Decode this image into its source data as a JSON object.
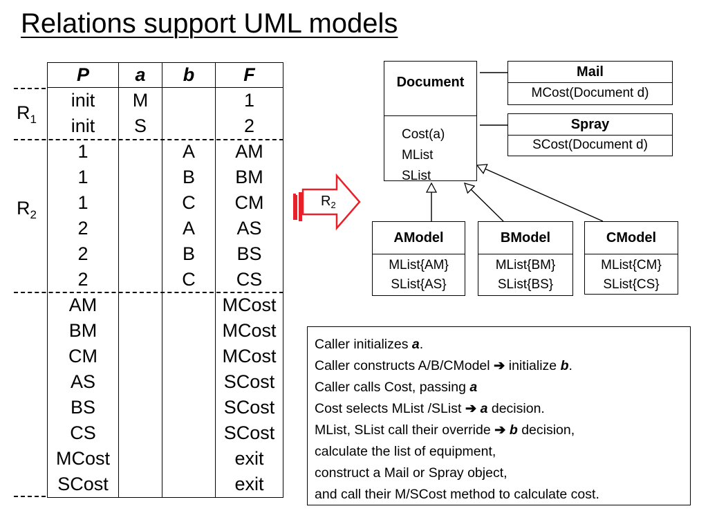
{
  "title": "Relations support UML models",
  "table": {
    "headers": [
      "P",
      "a",
      "b",
      "F"
    ],
    "rows": [
      [
        "init",
        "M",
        "",
        "1"
      ],
      [
        "init",
        "S",
        "",
        "2"
      ],
      [
        "1",
        "",
        "A",
        "AM"
      ],
      [
        "1",
        "",
        "B",
        "BM"
      ],
      [
        "1",
        "",
        "C",
        "CM"
      ],
      [
        "2",
        "",
        "A",
        "AS"
      ],
      [
        "2",
        "",
        "B",
        "BS"
      ],
      [
        "2",
        "",
        "C",
        "CS"
      ],
      [
        "AM",
        "",
        "",
        "MCost"
      ],
      [
        "BM",
        "",
        "",
        "MCost"
      ],
      [
        "CM",
        "",
        "",
        "MCost"
      ],
      [
        "AS",
        "",
        "",
        "SCost"
      ],
      [
        "BS",
        "",
        "",
        "SCost"
      ],
      [
        "CS",
        "",
        "",
        "SCost"
      ],
      [
        "MCost",
        "",
        "",
        "exit"
      ],
      [
        "SCost",
        "",
        "",
        "exit"
      ]
    ]
  },
  "relations": {
    "r1": {
      "base": "R",
      "sub": "1"
    },
    "r2": {
      "base": "R",
      "sub": "2"
    }
  },
  "arrow_label": {
    "base": "R",
    "sub": "2"
  },
  "uml": {
    "document": {
      "name": "Document",
      "members": [
        "Cost(a)",
        "MList",
        "SList"
      ]
    },
    "mail": {
      "name": "Mail",
      "member": "MCost(Document d)"
    },
    "spray": {
      "name": "Spray",
      "member": "SCost(Document d)"
    },
    "amodel": {
      "name": "AModel",
      "members": [
        "MList{AM}",
        "SList{AS}"
      ]
    },
    "bmodel": {
      "name": "BModel",
      "members": [
        "MList{BM}",
        "SList{BS}"
      ]
    },
    "cmodel": {
      "name": "CModel",
      "members": [
        "MList{CM}",
        "SList{CS}"
      ]
    }
  },
  "notes": [
    {
      "pre": "Caller initializes ",
      "em": "a",
      "arrow": "",
      "post": "."
    },
    {
      "pre": "Caller constructs A/B/CModel ",
      "arrow": "➔",
      "mid": " initialize ",
      "em": "b",
      "post": "."
    },
    {
      "pre": "Caller calls Cost, passing ",
      "em": "a",
      "arrow": "",
      "post": ""
    },
    {
      "pre": "Cost selects MList /SList ",
      "arrow": "➔",
      "mid": " ",
      "em": "a",
      "post": " decision."
    },
    {
      "pre": "MList, SList call their override ",
      "arrow": "➔",
      "mid": " ",
      "em": "b",
      "post": " decision,"
    },
    {
      "pre": "calculate the list of equipment,",
      "arrow": "",
      "em": "",
      "post": ""
    },
    {
      "pre": "construct a Mail or Spray object,",
      "arrow": "",
      "em": "",
      "post": ""
    },
    {
      "pre": "and call their M/SCost method to calculate cost.",
      "arrow": "",
      "em": "",
      "post": ""
    }
  ],
  "colors": {
    "arrow": "#e8202a"
  }
}
